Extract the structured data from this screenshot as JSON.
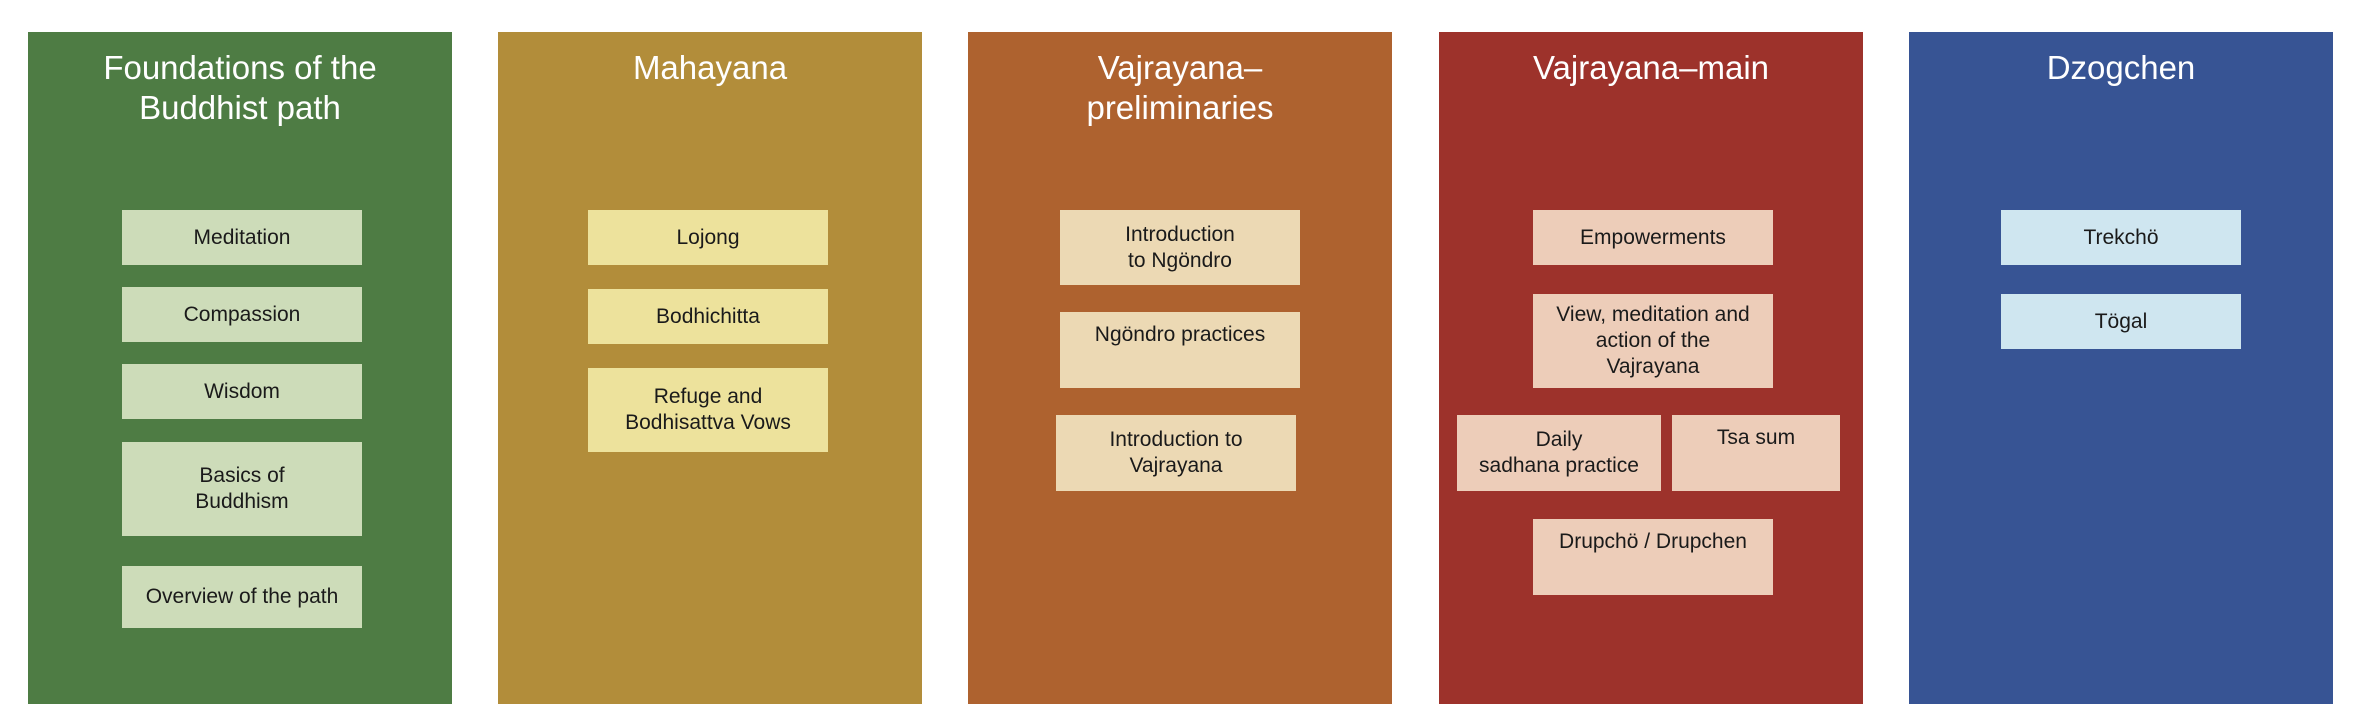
{
  "columns": [
    {
      "title": "Foundations of the\nBuddhist path",
      "color": "#4e7c44",
      "box_color": "#cddcb9",
      "items": [
        "Meditation",
        "Compassion",
        "Wisdom",
        "Basics of\nBuddhism",
        "Overview of the path"
      ]
    },
    {
      "title": "Mahayana",
      "color": "#b28d3a",
      "box_color": "#ede29c",
      "items": [
        "Lojong",
        "Bodhichitta",
        "Refuge and\nBodhisattva Vows"
      ]
    },
    {
      "title": "Vajrayana–\npreliminaries",
      "color": "#ae622f",
      "box_color": "#ecd9b4",
      "items": [
        "Introduction\nto Ngöndro",
        "Ngöndro practices",
        "Introduction to\nVajrayana"
      ]
    },
    {
      "title": "Vajrayana–main",
      "color": "#9d322b",
      "box_color": "#edcdb9",
      "items": [
        "Empowerments",
        "View, meditation and\naction of the\nVajrayana",
        "Daily\nsadhana practice",
        "Tsa sum",
        "Drupchö / Drupchen"
      ]
    },
    {
      "title": "Dzogchen",
      "color": "#375494",
      "box_color": "#cfe6f0",
      "items": [
        "Trekchö",
        "Tögal"
      ]
    }
  ]
}
